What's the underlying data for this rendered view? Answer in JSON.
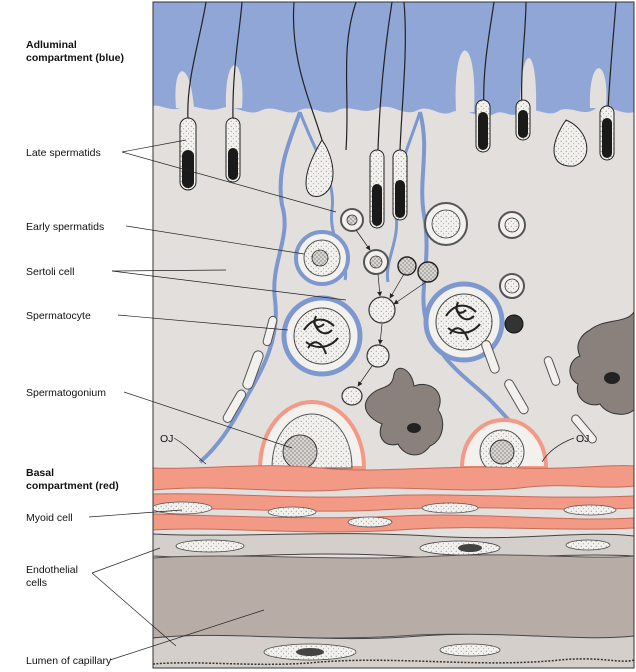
{
  "labels": {
    "adluminal_line1": "Adluminal",
    "adluminal_line2": "compartment (blue)",
    "late_spermatids": "Late spermatids",
    "early_spermatids": "Early spermatids",
    "sertoli_cell": "Sertoli cell",
    "spermatocyte": "Spermatocyte",
    "spermatogonium": "Spermatogonium",
    "oj_left": "OJ",
    "oj_right": "OJ",
    "basal_line1": "Basal",
    "basal_line2": "compartment (red)",
    "myoid_cell": "Myoid cell",
    "endothelial_line1": "Endothelial",
    "endothelial_line2": "cells",
    "lumen": "Lumen of capillary"
  },
  "colors": {
    "adluminal_blue": "#8fa6d6",
    "basal_red": "#f29a86",
    "cytoplasm": "#e3dfdc",
    "lumen_gray": "#b8aca6",
    "macrophage": "#8a807c",
    "spermatid_head": "#1a1a1a"
  }
}
